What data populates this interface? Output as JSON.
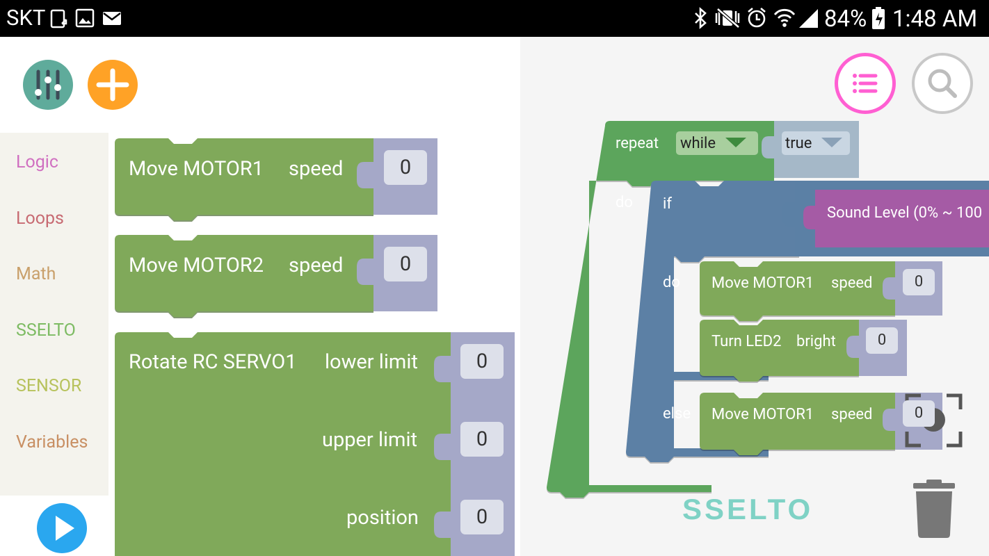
{
  "status_bar": {
    "carrier": "SKT",
    "battery": "84%",
    "time": "1:48 AM"
  },
  "toolbar": {
    "settings_icon": "sliders-icon",
    "add_icon": "plus-icon",
    "list_icon": "list-icon",
    "search_icon": "search-icon"
  },
  "categories": [
    "Logic",
    "Loops",
    "Math",
    "SSELTO",
    "SENSOR",
    "Variables"
  ],
  "category_colors": [
    "#d06fc0",
    "#c76a72",
    "#c9a06b",
    "#7dbb63",
    "#b7c25c",
    "#c88f63"
  ],
  "palette_blocks": {
    "motor1": {
      "label": "Move MOTOR1",
      "param": "speed",
      "value": "0"
    },
    "motor2": {
      "label": "Move MOTOR2",
      "param": "speed",
      "value": "0"
    },
    "servo": {
      "label": "Rotate RC SERVO1",
      "lower_label": "lower limit",
      "lower_value": "0",
      "upper_label": "upper limit",
      "upper_value": "0",
      "position_label": "position",
      "position_value": "0"
    }
  },
  "workspace": {
    "repeat_label": "repeat",
    "repeat_mode": "while",
    "condition": "true",
    "do_label": "do",
    "if_label": "if",
    "if_condition": "Sound Level (0% ~ 100",
    "if_do_label": "do",
    "else_label": "else",
    "do_motor": {
      "label": "Move MOTOR1",
      "param": "speed",
      "value": "0"
    },
    "do_led": {
      "label": "Turn LED2",
      "param": "bright",
      "value": "0"
    },
    "else_motor": {
      "label": "Move MOTOR1",
      "param": "speed",
      "value": "0"
    }
  },
  "logo_text": "SSELTO",
  "trash_icon": "trash-icon",
  "play_icon": "play-icon",
  "colors": {
    "green_block": "#80a95a",
    "loop_green": "#5ba55b",
    "logic_blue": "#5b80a5",
    "value_slot": "#a5a8c8",
    "sensor_purple": "#a55ba5",
    "accent_pink": "#ff5fd2",
    "accent_orange": "#ffa226",
    "accent_teal": "#5fab9b",
    "play_blue": "#2aa7ef"
  }
}
